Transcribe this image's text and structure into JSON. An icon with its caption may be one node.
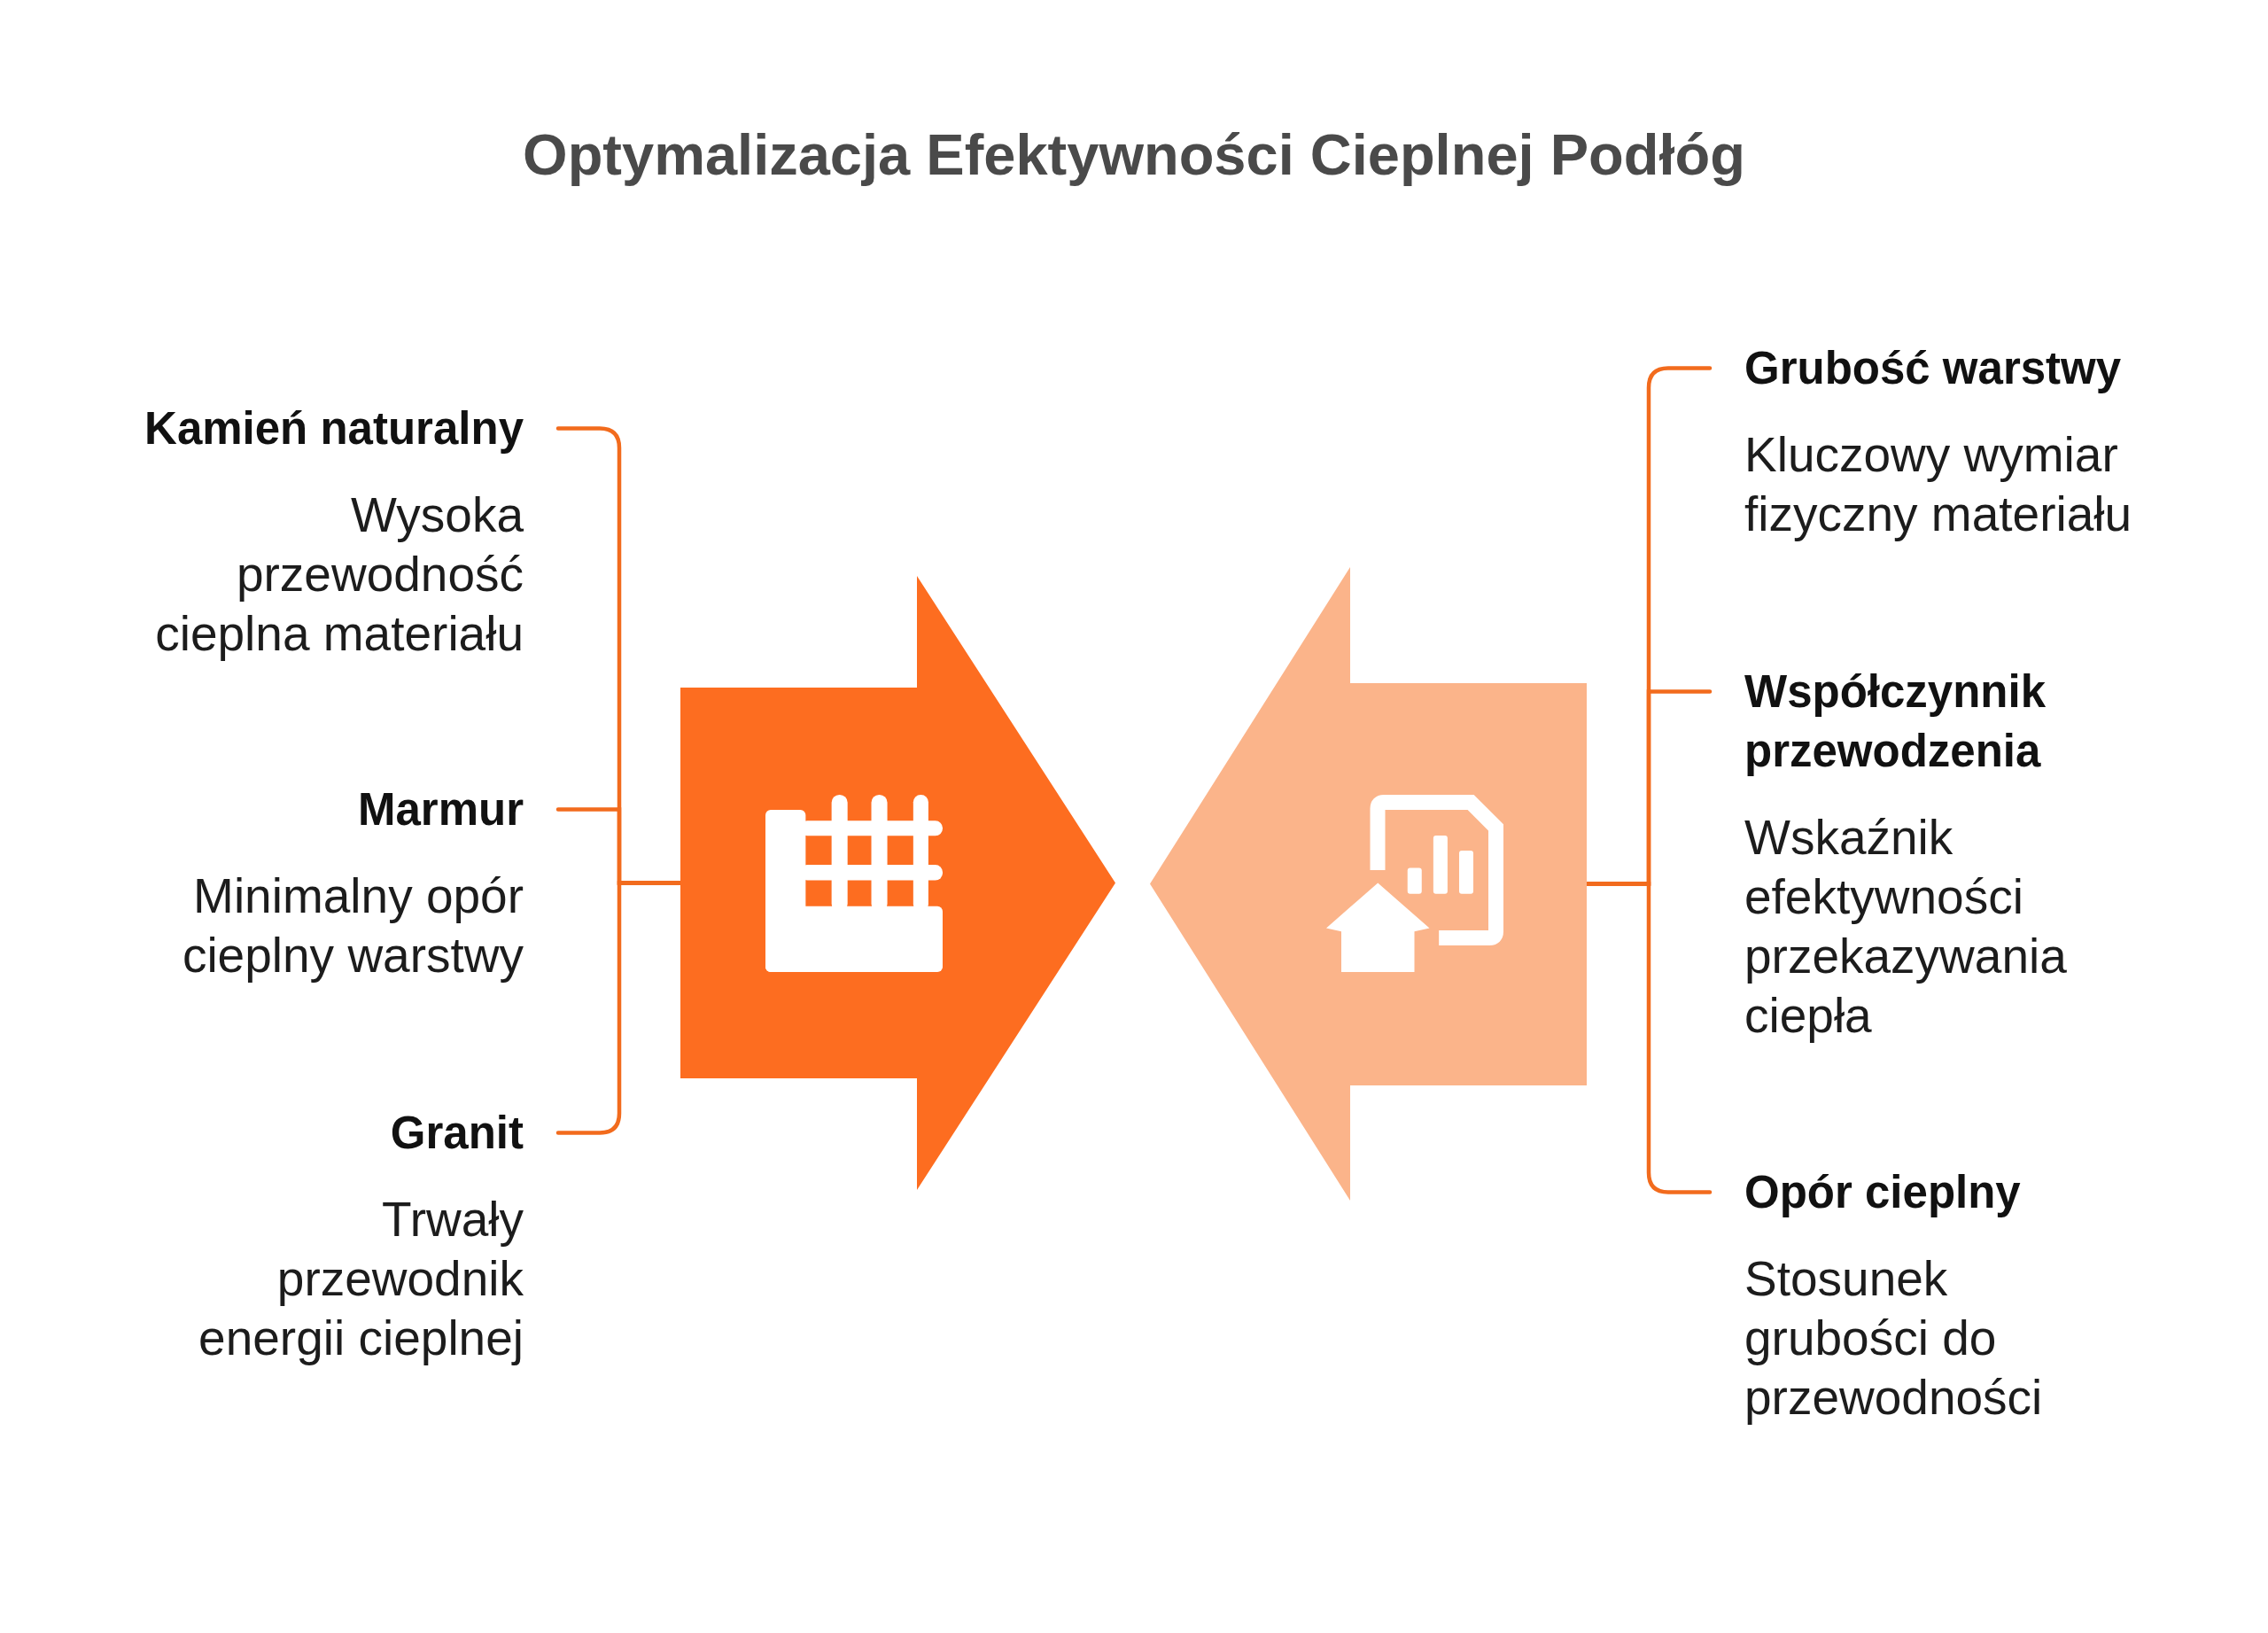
{
  "diagram": {
    "title": "Optymalizacja Efektywności Cieplnej Podłóg",
    "nodes": [
      {
        "text": [
          "Kamień naturalny",
          "Wysoka przewodność cieplna materiału"
        ]
      },
      {
        "text": [
          "Marmur",
          "Minimalny opór cieplny warstwy"
        ]
      },
      {
        "text": [
          "Granit",
          "Trwały przewodnik energii cieplnej"
        ]
      },
      {
        "text": [],
        "shape": "arrow"
      },
      {
        "text": [],
        "shape": "arrow"
      },
      {
        "text": [
          "Grubość warstwy",
          "Kluczowy wymiar fizyczny materiału"
        ]
      },
      {
        "text": [
          "Współczynnik przewodzenia",
          "Wskaźnik efektywności przekazywania ciepła"
        ]
      },
      {
        "text": [
          "Opór cieplny",
          "Stosunek grubości do przewodności"
        ]
      }
    ],
    "edges": [
      {
        "from": 0,
        "to": 3,
        "arrow": "none"
      },
      {
        "from": 1,
        "to": 3,
        "arrow": "none"
      },
      {
        "from": 2,
        "to": 3,
        "arrow": "none"
      },
      {
        "from": 5,
        "to": 4,
        "arrow": "none"
      },
      {
        "from": 6,
        "to": 4,
        "arrow": "none"
      },
      {
        "from": 7,
        "to": 4,
        "arrow": "none"
      }
    ]
  }
}
